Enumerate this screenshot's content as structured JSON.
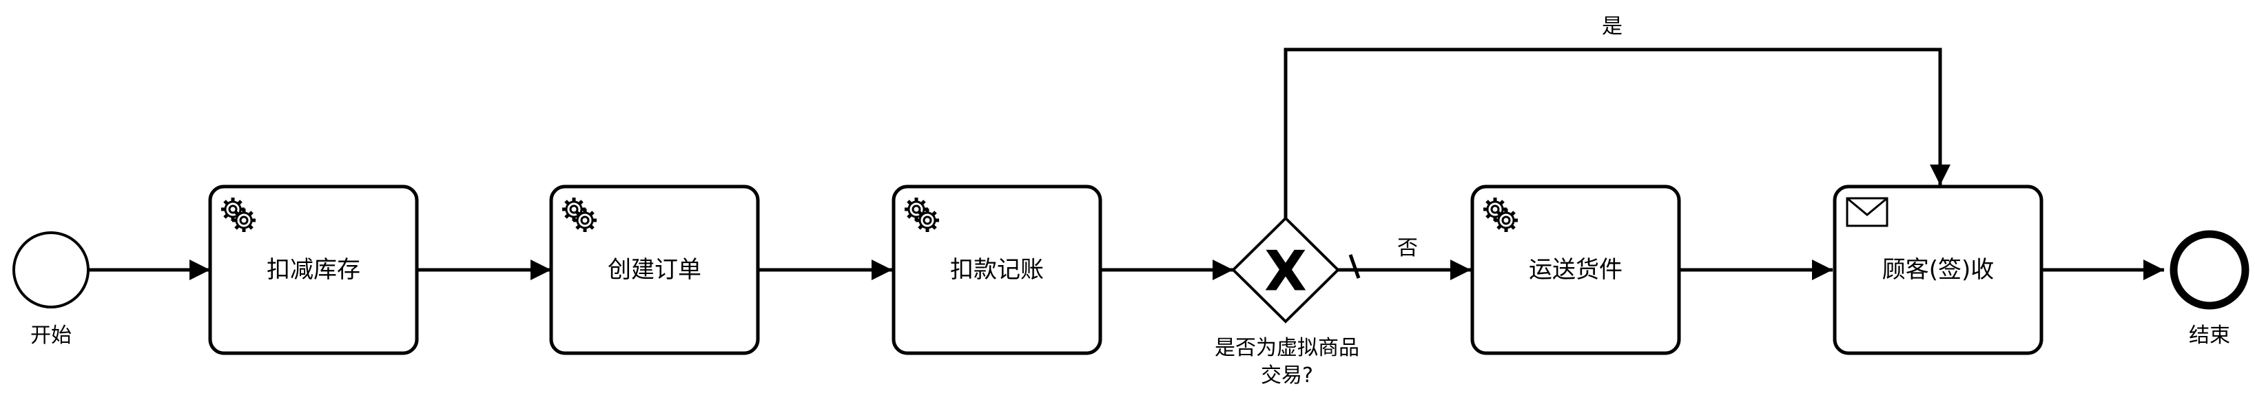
{
  "diagram": {
    "start_event": {
      "label": "开始"
    },
    "end_event": {
      "label": "结束"
    },
    "tasks": [
      {
        "label": "扣减库存",
        "icon": "gear-icon",
        "type": "service-task"
      },
      {
        "label": "创建订单",
        "icon": "gear-icon",
        "type": "service-task"
      },
      {
        "label": "扣款记账",
        "icon": "gear-icon",
        "type": "service-task"
      },
      {
        "label": "运送货件",
        "icon": "gear-icon",
        "type": "service-task"
      },
      {
        "label": "顾客(签)收",
        "icon": "envelope-icon",
        "type": "receive-task"
      }
    ],
    "gateway": {
      "symbol": "X",
      "type": "exclusive-gateway",
      "label_line1": "是否为虚拟商品",
      "label_line2": "交易?"
    },
    "flows": {
      "yes_label": "是",
      "no_label": "否"
    }
  }
}
